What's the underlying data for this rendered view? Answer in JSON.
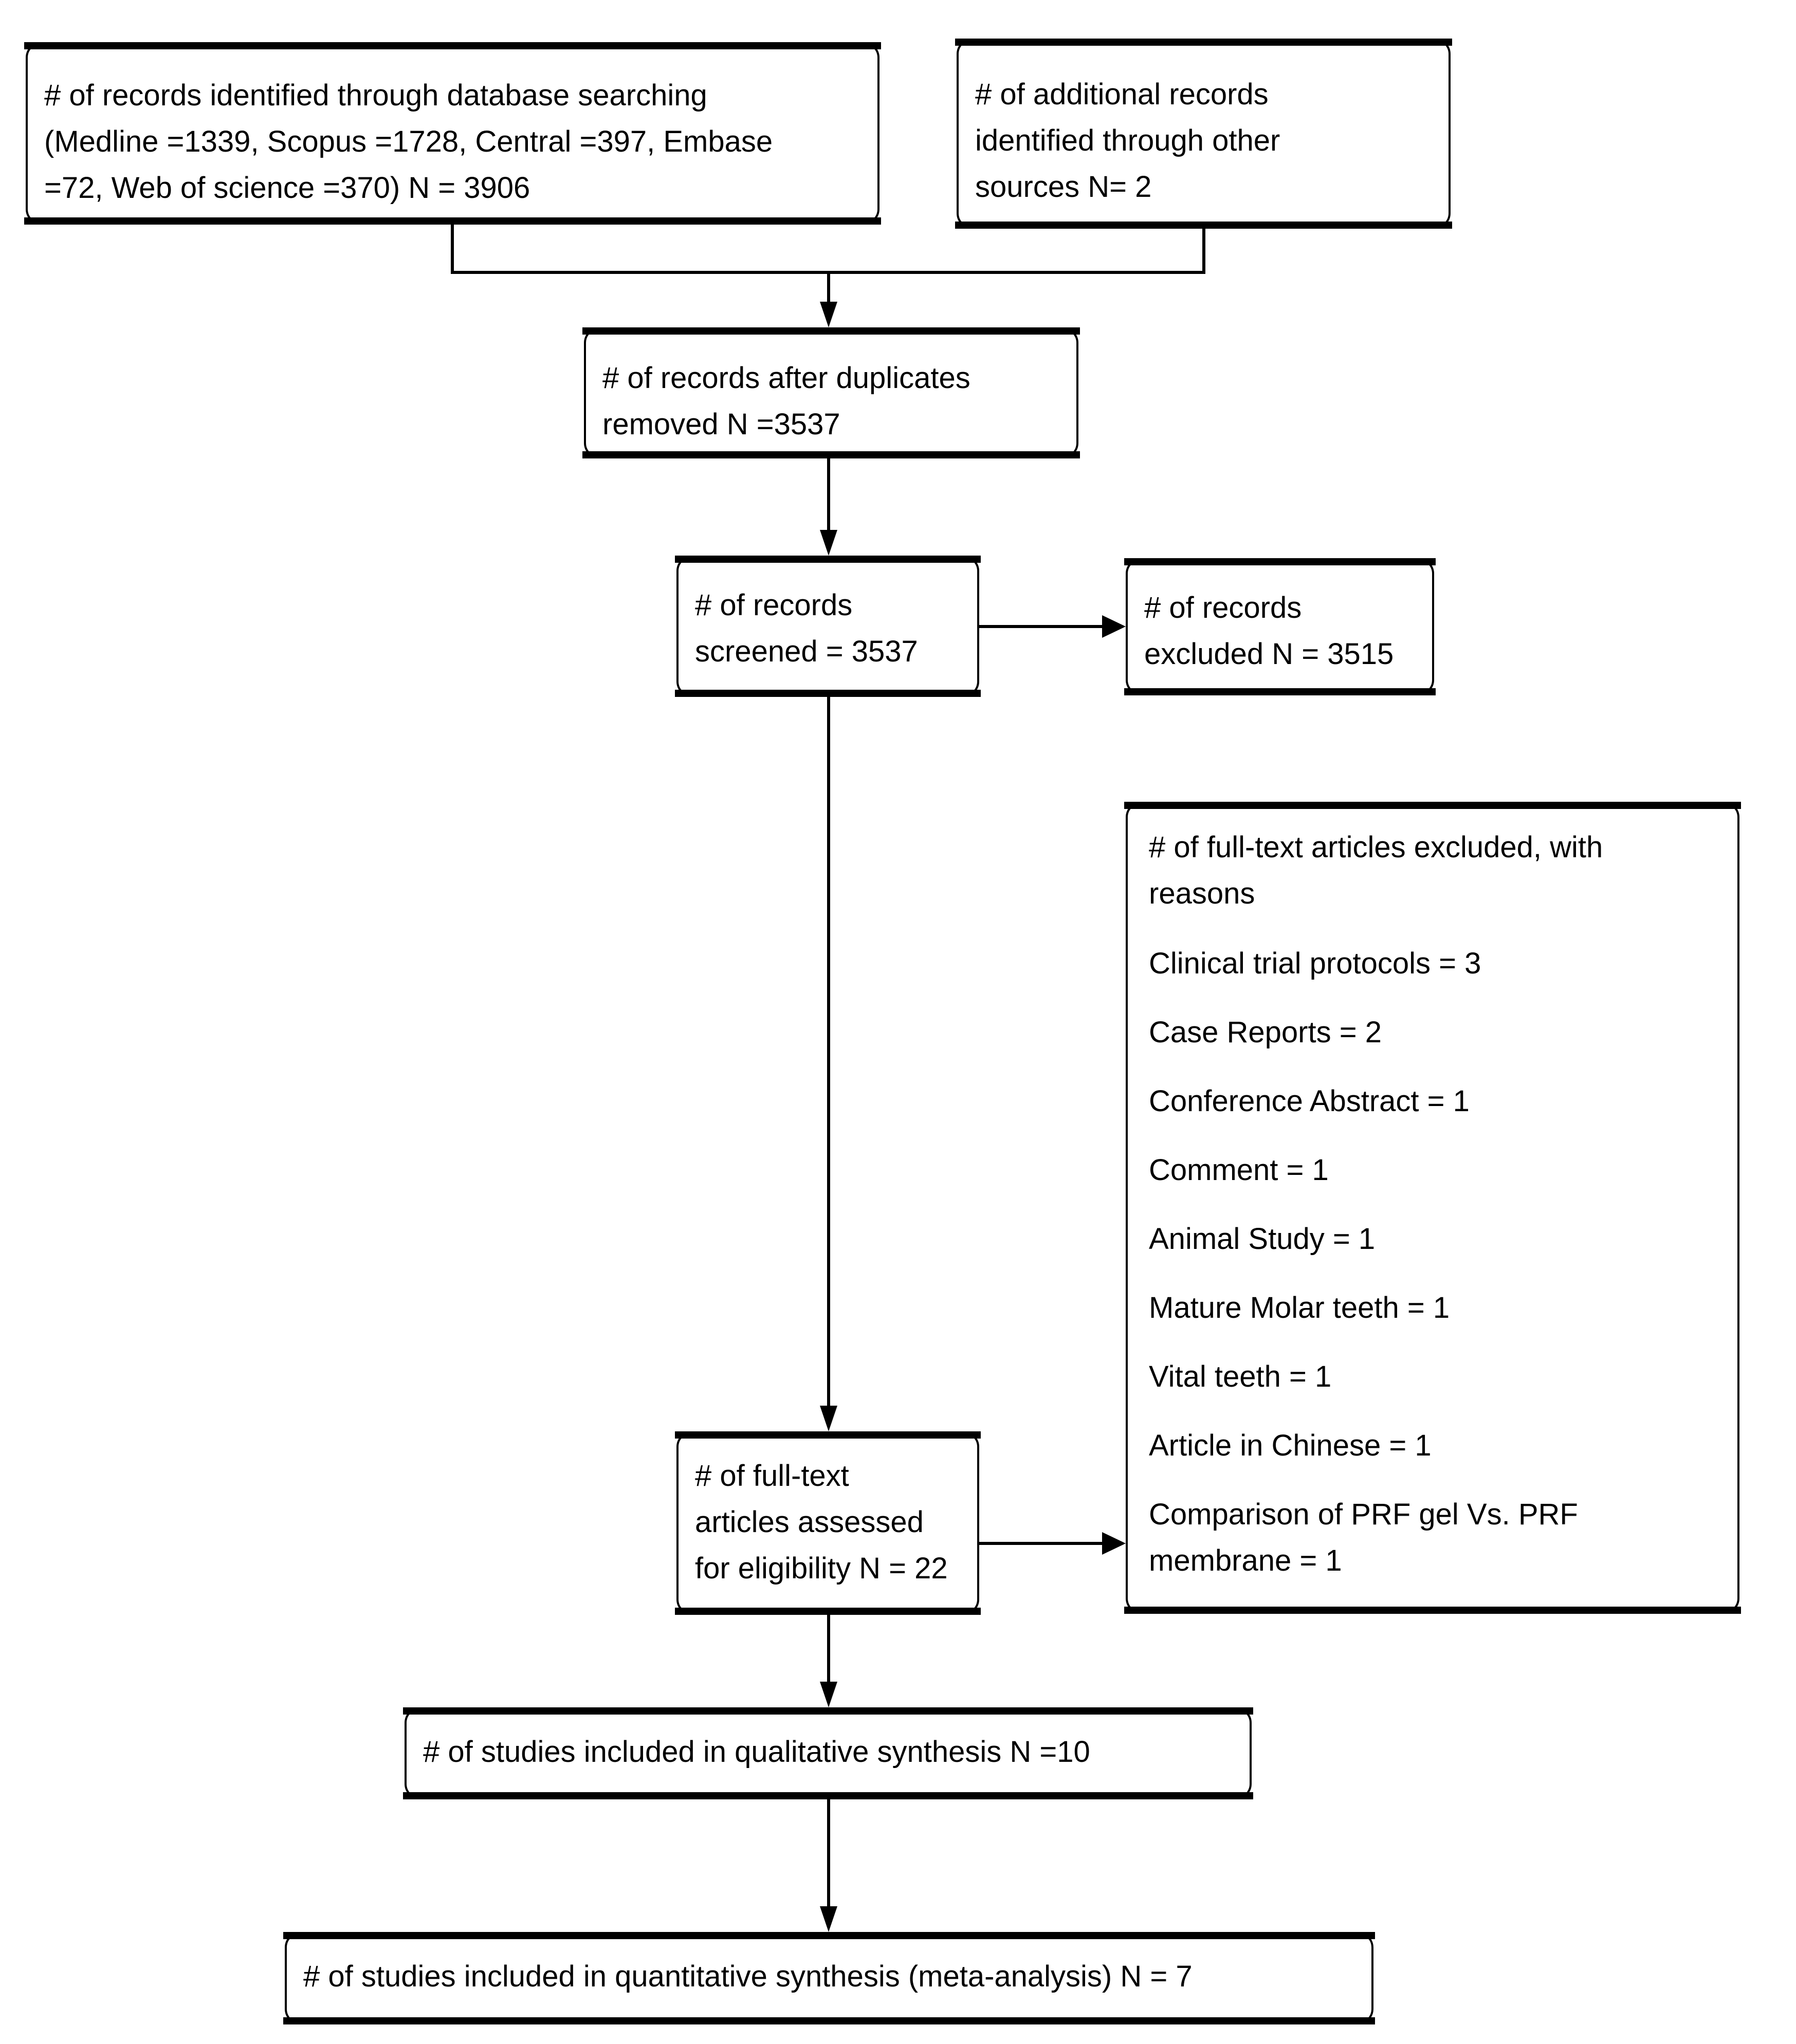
{
  "colors": {
    "ink": "#000000",
    "paper": "#ffffff"
  },
  "boxes": {
    "identified": {
      "text": "# of records identified through database searching\n(Medline =1339, Scopus =1728, Central =397, Embase\n=72, Web of science =370) N = 3906"
    },
    "additional": {
      "text": "# of additional records\nidentified through other\nsources N= 2"
    },
    "deduplicated": {
      "text": "# of records after duplicates\nremoved N =3537"
    },
    "screened": {
      "text": "# of records\nscreened = 3537"
    },
    "excluded": {
      "text": "# of records\nexcluded N = 3515"
    },
    "fulltext": {
      "text": "# of full-text\narticles assessed\nfor eligibility N = 22"
    },
    "qualitative": {
      "text": "# of studies included in qualitative synthesis N =10"
    },
    "quantitative": {
      "text": "# of studies included in quantitative synthesis (meta-analysis) N = 7"
    }
  },
  "exclusion": {
    "title": "# of full-text articles excluded, with\nreasons",
    "reasons": [
      "Clinical trial protocols = 3",
      "Case Reports = 2",
      "Conference Abstract = 1",
      "Comment = 1",
      "Animal Study = 1",
      "Mature Molar teeth = 1",
      "Vital teeth = 1",
      "Article in Chinese = 1",
      "Comparison of PRF gel Vs. PRF\nmembrane = 1"
    ]
  }
}
